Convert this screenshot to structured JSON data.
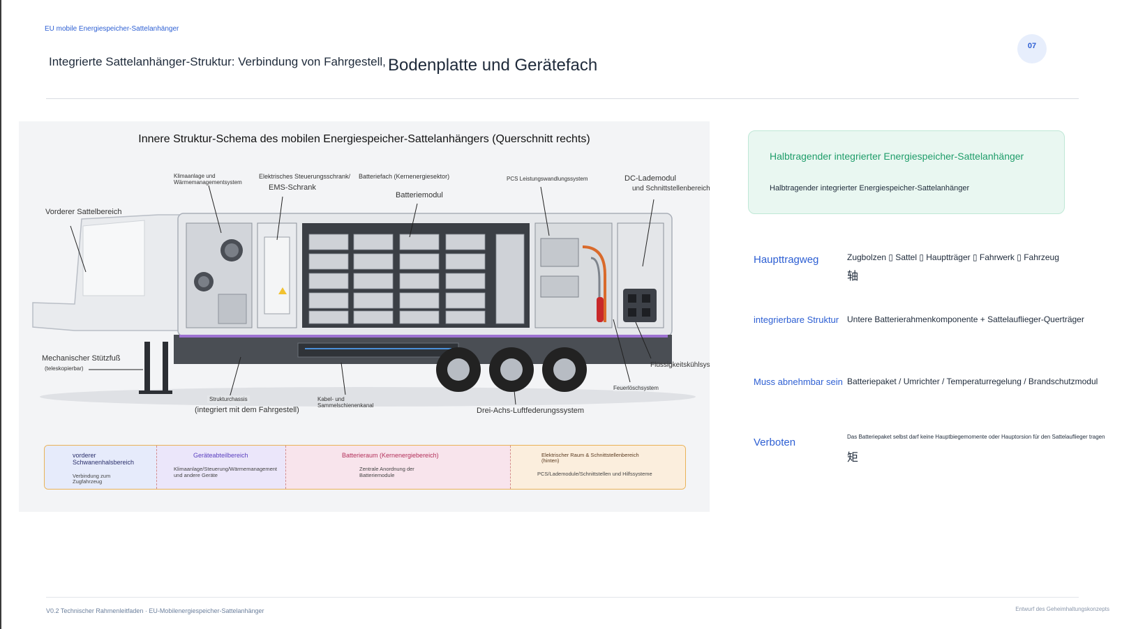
{
  "header": {
    "kicker": "EU mobile Energiespeicher-Sattelanhänger",
    "title_part1": "Integrierte Sattelanhänger-Struktur: Verbindung von Fahrgestell,",
    "title_part2": "Bodenplatte und Gerätefach",
    "page_number": "07"
  },
  "figure": {
    "title": "Innere Struktur-Schema des mobilen Energiespeicher-Sattelanhängers (Querschnitt rechts)",
    "labels": {
      "front_saddle": "Vorderer Sattelbereich",
      "climate": "Klimaanlage und Wärmemanagementsystem",
      "control_cabinet": "Elektrisches Steuerungsschrank/",
      "ems": "EMS-Schrank",
      "battery_compartment": "Batteriefach (Kernenergiesektor)",
      "battery_module": "Batteriemodul",
      "pcs": "PCS Leistungswandlungssystem",
      "dc_module": "DC-Lademodul",
      "interface_area": "und Schnittstellenbereich",
      "support_leg": "Mechanischer Stützfuß",
      "support_leg_note": "(teleskopierbar)",
      "chassis": "Strukturchassis",
      "chassis_note": "(integriert mit dem Fahrgestell)",
      "cable_channel": "Kabel- und Sammelschienenkanal",
      "suspension": "Drei-Achs-Luftfederungssystem",
      "liquid_cooling": "Flüssigkeitskühlsystem",
      "fire_suppression": "Feuerlöschsystem"
    },
    "zones": [
      {
        "title": "vorderer Schwanenhalsbereich",
        "desc": "Verbindung zum Zugfahrzeug",
        "color": "#2a2f6b",
        "bg": "#e6ebfb"
      },
      {
        "title": "Geräteabteilbereich",
        "desc": "Klimaanlage/Steuerung/Wärmemanagement und andere Geräte",
        "color": "#5a3fbf",
        "bg": "#ebe6fa"
      },
      {
        "title": "Batterieraum (Kernenergiebereich)",
        "desc": "Zentrale Anordnung der Batteriemodule",
        "color": "#b3305a",
        "bg": "#f8e4ec"
      },
      {
        "title": "Elektrischer Raum & Schnittstellenbereich (hinten)",
        "desc": "PCS/Lademodule/Schnittstellen und Hilfssysteme",
        "color": "#5a3a20",
        "bg": "#fbeedd"
      }
    ]
  },
  "info_card": {
    "title": "Halbtragender integrierter Energiespeicher-Sattelanhänger",
    "subtitle": "Halbtragender integrierter Energiespeicher-Sattelanhänger"
  },
  "rows": [
    {
      "key": "Haupttragweg",
      "value": "Zugbolzen ▯ Sattel ▯ Hauptträger ▯ Fahrwerk ▯ Fahrzeug",
      "glyph": "轴"
    },
    {
      "key": "integrierbare Struktur",
      "value": "Untere Batterierahmenkomponente + Sattelauflieger-Querträger"
    },
    {
      "key": "Muss abnehmbar sein",
      "value": "Batteriepaket / Umrichter / Temperaturregelung / Brandschutzmodul"
    },
    {
      "key": "Verboten",
      "value": "Das Batteriepaket selbst darf keine Hauptbiegemomente oder Hauptorsion für den Sattelauflieger tragen",
      "glyph": "矩"
    }
  ],
  "footer": {
    "left": "V0.2 Technischer Rahmenleitfaden · EU-Mobilenergiespeicher-Sattelanhänger",
    "right": "Entwurf des Geheimhaltungskonzepts"
  },
  "colors": {
    "accent": "#2d5fd3",
    "green": "#1f9d6a",
    "green_bg": "#e9f7f1"
  }
}
